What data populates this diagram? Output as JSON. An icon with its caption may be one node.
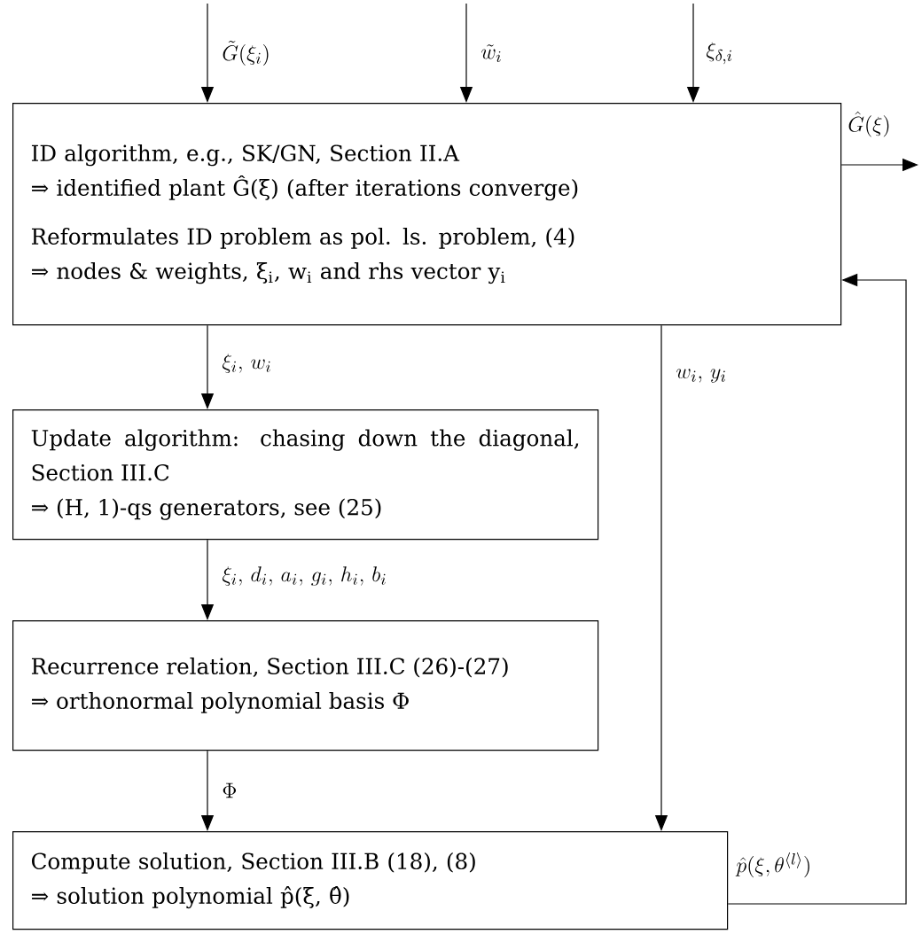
{
  "diagram": {
    "nodes": [
      {
        "text": [
          "ID algorithm, e.g., SK/GN, Section II.A",
          "⇒ identified plant Ĝ(ξ) (after iterations converge)",
          "Reformulates ID problem as pol. ls. problem, (4)",
          "⇒ nodes & weights, ξ$_{i}$, w$_{i}$ and rhs vector y$_{i}$"
        ]
      },
      {
        "text": [
          "Update algorithm: chasing down the diagonal, Section III.C",
          "⇒ (H, 1)-qs generators, see (25)"
        ]
      },
      {
        "text": [
          "Recurrence relation, Section III.C (26)-(27)",
          "⇒ orthonormal polynomial basis Φ"
        ]
      },
      {
        "text": [
          "Compute solution, Section III.B (18), (8)",
          "⇒ solution polynomial p̂(ξ, θ̂)"
        ]
      }
    ],
    "edges": [
      {
        "from": null,
        "to": 0,
        "arrow": "to",
        "label": "\\tilde{G}(\\xi_i)"
      },
      {
        "from": null,
        "to": 0,
        "arrow": "to",
        "label": "\\tilde{w}_i"
      },
      {
        "from": null,
        "to": 0,
        "arrow": "to",
        "label": "\\xi_{\\delta,i}"
      },
      {
        "from": 0,
        "to": null,
        "arrow": "to",
        "label": "\\hat{G}(\\xi)"
      },
      {
        "from": 0,
        "to": 1,
        "arrow": "to",
        "label": "\\xi_i,\\, w_i"
      },
      {
        "from": 1,
        "to": 2,
        "arrow": "to",
        "label": "\\xi_i,\\, d_i,\\, a_i,\\, g_i,\\, h_i,\\, b_i"
      },
      {
        "from": 2,
        "to": 3,
        "arrow": "to",
        "label": "\\Phi"
      },
      {
        "from": 0,
        "to": 3,
        "arrow": "to",
        "label": "w_i,\\, y_i"
      },
      {
        "from": 3,
        "to": 0,
        "arrow": "to",
        "label": "\\hat{p}(\\xi, \\theta^{\\langle l\\rangle})"
      }
    ]
  }
}
